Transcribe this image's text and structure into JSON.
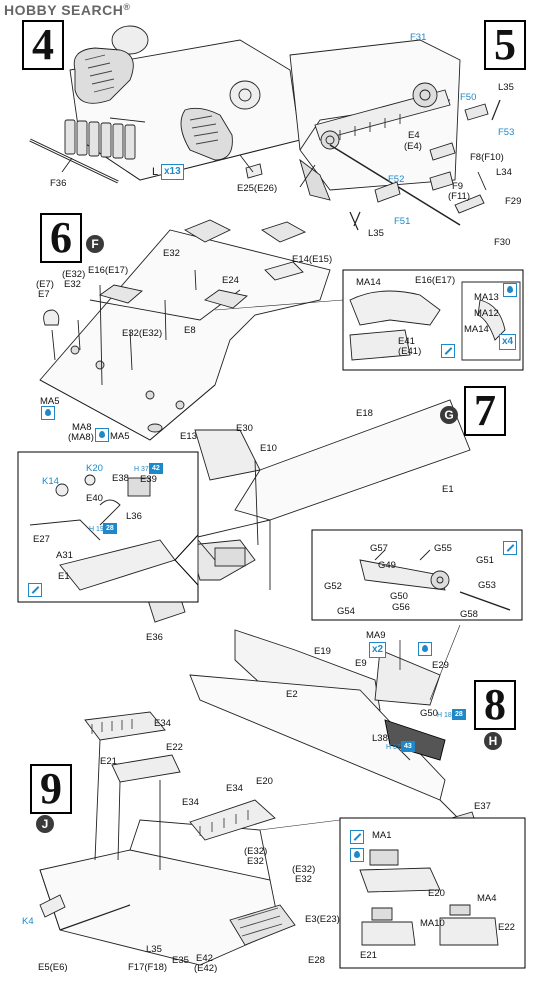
{
  "watermark": {
    "text": "HOBBY SEARCH",
    "mark": "®"
  },
  "steps": {
    "s4": "4",
    "s5": "5",
    "s6": "6",
    "s7": "7",
    "s8": "8",
    "s9": "9",
    "sub6": "F",
    "sub7": "G",
    "sub8": "H",
    "sub9": "J"
  },
  "step4": {
    "F36": "F36",
    "L": "L",
    "x13": "x13",
    "E25": "E25(E26)"
  },
  "step5": {
    "F31": "F31",
    "F50": "F50",
    "L35a": "L35",
    "F53": "F53",
    "E4": "E4",
    "E4b": "(E4)",
    "F8": "F8(F10)",
    "L34": "L34",
    "F9": "F9",
    "F11": "(F11)",
    "F29": "F29",
    "F52": "F52",
    "F51": "F51",
    "L35b": "L35",
    "F30": "F30"
  },
  "step6": {
    "E32a": "E32",
    "E24": "E24",
    "E14": "E14(E15)",
    "E7p": "(E7)",
    "E7": "E7",
    "E32p": "(E32)",
    "E32b": "E32",
    "E16": "E16(E17)",
    "E8": "E8",
    "E32c": "E32(E32)",
    "MA5a": "MA5",
    "MA8": "MA8",
    "MA8p": "(MA8)",
    "MA5b": "MA5",
    "E13": "E13",
    "ins_MA14": "MA14",
    "ins_E16": "E16(E17)",
    "ins_E41": "E41",
    "ins_E41p": "(E41)",
    "ins_MA13": "MA13",
    "ins_MA12": "MA12",
    "ins_MA14b": "MA14",
    "ins_x4": "x4"
  },
  "step7": {
    "E18": "E18",
    "E30": "E30",
    "E10": "E10",
    "E1": "E1",
    "K14": "K14",
    "K20": "K20",
    "E38": "E38",
    "E39": "E39",
    "E40": "E40",
    "L36": "L36",
    "E27": "E27",
    "A31": "A31",
    "E1b": "E1",
    "E36": "E36",
    "H37": "H 37",
    "n42": "42",
    "H19": "H 19",
    "n28": "28",
    "G57": "G57",
    "G55": "G55",
    "G51": "G51",
    "G49": "G49",
    "G52": "G52",
    "G53": "G53",
    "G50": "G50",
    "G54": "G54",
    "G56": "G56",
    "G58": "G58"
  },
  "step8": {
    "MA9": "MA9",
    "x2": "x2",
    "E19": "E19",
    "E9": "E9",
    "E29": "E29",
    "E2": "E2",
    "G50": "G50",
    "H18": "H 18",
    "n28": "28",
    "L38": "L38",
    "H37": "H 37",
    "n43": "43",
    "E37": "E37"
  },
  "step9": {
    "E34a": "E34",
    "E21": "E21",
    "E22": "E22",
    "E34b": "E34",
    "E34c": "E34",
    "E20": "E20",
    "E32p": "(E32)",
    "E32a": "E32",
    "E32p2": "(E32)",
    "E32b": "E32",
    "K4": "K4",
    "E3": "E3(E23)",
    "E5": "E5(E6)",
    "L35": "L35",
    "E35": "E35",
    "E42": "E42",
    "E42p": "(E42)",
    "F17": "F17(F18)",
    "E28": "E28",
    "ins_MA1": "MA1",
    "ins_E20": "E20",
    "ins_MA4": "MA4",
    "ins_MA10": "MA10",
    "ins_E21": "E21",
    "ins_E22": "E22"
  }
}
